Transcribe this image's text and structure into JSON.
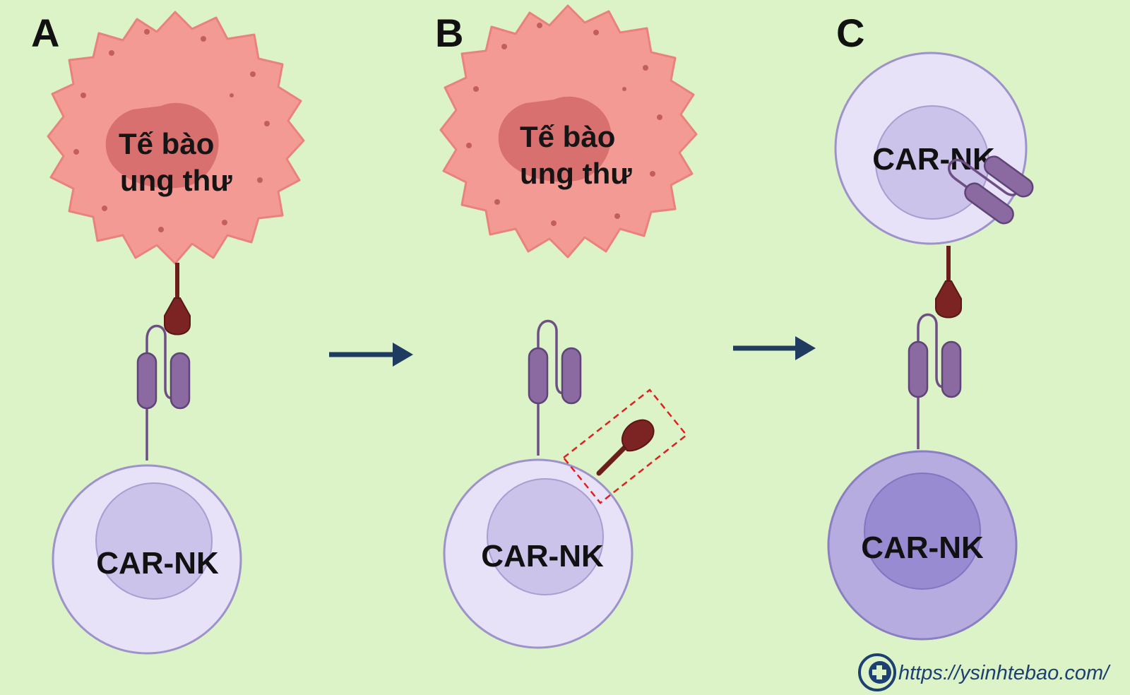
{
  "panels": {
    "a": {
      "letter": "A",
      "cancer_line1": "Tế bào",
      "cancer_line2": "ung thư",
      "nk_label": "CAR-NK"
    },
    "b": {
      "letter": "B",
      "cancer_line1": "Tế bào",
      "cancer_line2": "ung thư",
      "nk_label": "CAR-NK"
    },
    "c": {
      "letter": "C",
      "nk_top_label": "CAR-NK",
      "nk_bottom_label": "CAR-NK"
    }
  },
  "watermark": {
    "url": "https://ysinhtebao.com/"
  },
  "colors": {
    "background": "#dbf3c6",
    "cancer_cell": "#f49a94",
    "cancer_nucleus": "#d7706e",
    "nk_cell": "#e7e2f8",
    "nk_nucleus": "#cbc3ea",
    "nk_cell_activated": "#b6ace0",
    "nk_nucleus_activated": "#988bd1",
    "car_receptor": "#8a6aa0",
    "antigen": "#7c2424",
    "arrow": "#1f3b5f",
    "highlight_box": "#e02020"
  }
}
